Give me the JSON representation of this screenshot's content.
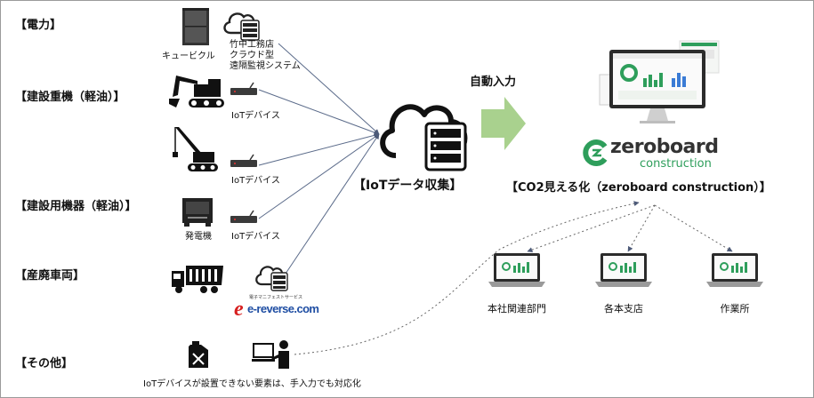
{
  "categories": {
    "power": "【電力】",
    "heavy_machinery": "【建設重機（軽油）】",
    "equipment": "【建設用機器（軽油）】",
    "waste_vehicle": "【産廃車両】",
    "other": "【その他】"
  },
  "labels": {
    "cubicle": "キュービクル",
    "cloud_system": [
      "竹中工務店",
      "クラウド型",
      "遠隔監視システム"
    ],
    "iot_device": "IoTデバイス",
    "generator": "発電機",
    "manual_note": "IoTデバイスが設置できない要素は、手入力でも対応化",
    "manifest_caption": "電子マニフェストサービス",
    "ereverse_logo": "e-reverse.com"
  },
  "center": {
    "collect_label": "【IoTデータ収集】",
    "auto_input": "自動入力"
  },
  "output": {
    "visualize_label": "【CO2見える化（zeroboard construction）】",
    "brand_main": "zeroboard",
    "brand_sub": "construction"
  },
  "destinations": [
    "本社関連部門",
    "各本支店",
    "作業所"
  ],
  "colors": {
    "arrow_green": "#a9d18e",
    "brand_green": "#2e9e5b",
    "line_blue": "#5b6b8a",
    "ereverse_red": "#d72020",
    "ereverse_blue": "#1f4ea3"
  }
}
